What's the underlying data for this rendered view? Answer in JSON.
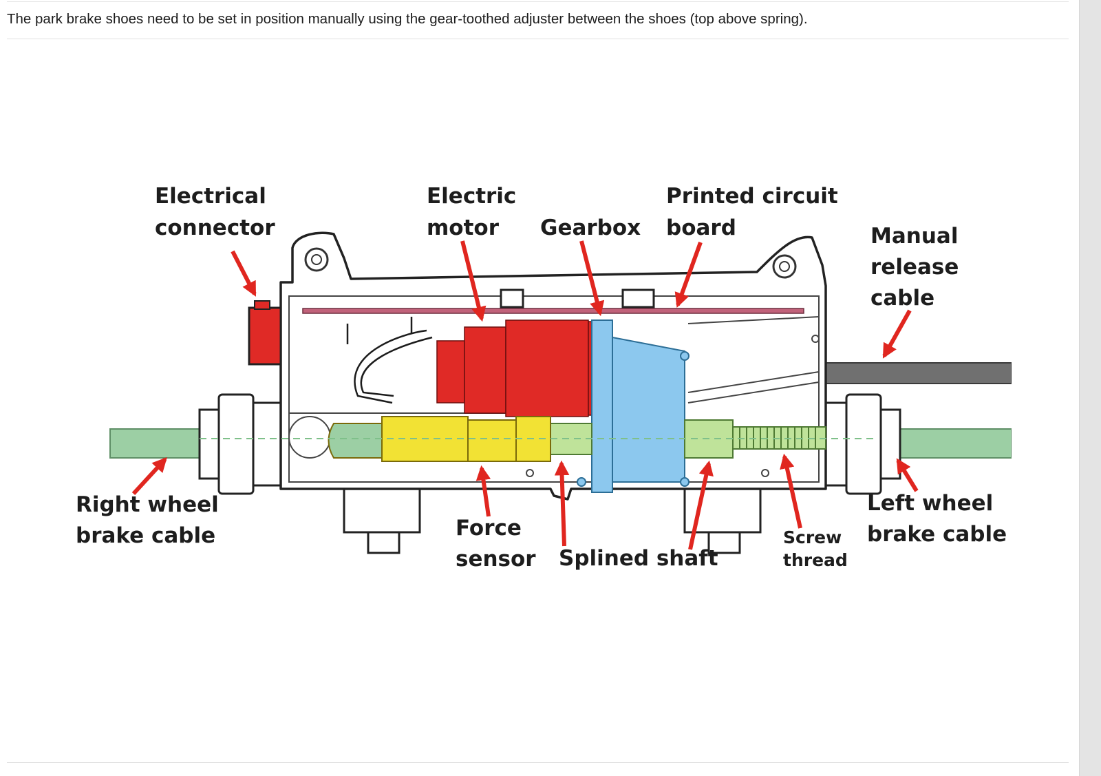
{
  "caption": "The park brake shoes need to be set in position manually using the gear-toothed adjuster between the shoes (top above spring).",
  "diagram": {
    "labels": {
      "electrical_connector": [
        "Electrical",
        "connector"
      ],
      "electric_motor": [
        "Electric",
        "motor"
      ],
      "gearbox": "Gearbox",
      "printed_circuit_board": [
        "Printed circuit",
        "board"
      ],
      "manual_release_cable": [
        "Manual",
        "release",
        "cable"
      ],
      "right_wheel_brake_cable": [
        "Right wheel",
        "brake cable"
      ],
      "force_sensor": [
        "Force",
        "sensor"
      ],
      "splined_shaft": "Splined shaft",
      "screw_thread": [
        "Screw",
        "thread"
      ],
      "left_wheel_brake_cable": [
        "Left wheel",
        "brake cable"
      ]
    },
    "colors": {
      "arrow": "#e0261f",
      "motor": "#e02a26",
      "gearbox": "#8cc8ee",
      "force_sensor": "#f2e234",
      "shaft": "#bfe39a",
      "cable": "#9ccfa4",
      "pcb": "#c1627a"
    }
  }
}
